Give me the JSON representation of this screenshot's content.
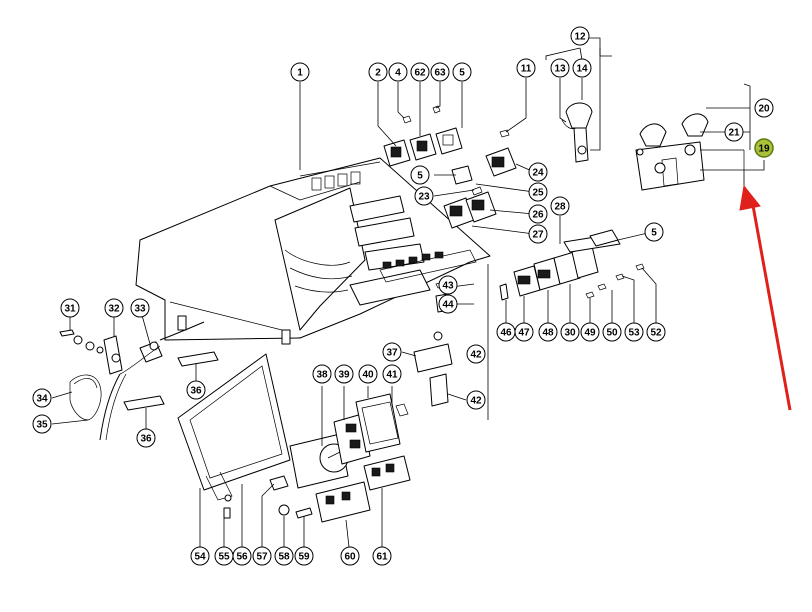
{
  "diagram": {
    "part_numbers": [
      "1",
      "2",
      "4",
      "62",
      "63",
      "5",
      "11",
      "12",
      "13",
      "14",
      "20",
      "21",
      "19",
      "5",
      "23",
      "24",
      "25",
      "26",
      "27",
      "28",
      "5",
      "43",
      "44",
      "31",
      "32",
      "33",
      "34",
      "35",
      "36",
      "36",
      "37",
      "38",
      "39",
      "40",
      "41",
      "42",
      "42",
      "46",
      "47",
      "48",
      "30",
      "49",
      "50",
      "53",
      "52",
      "54",
      "55",
      "56",
      "57",
      "58",
      "59",
      "60",
      "61"
    ],
    "highlighted_part": "19",
    "colors": {
      "line": "#000000",
      "background": "#ffffff",
      "highlight_fill": "#a9c23a",
      "highlight_stroke": "#5b7a12",
      "arrow": "#e0201a"
    },
    "arrow_icon": "red-pointer-arrow"
  }
}
